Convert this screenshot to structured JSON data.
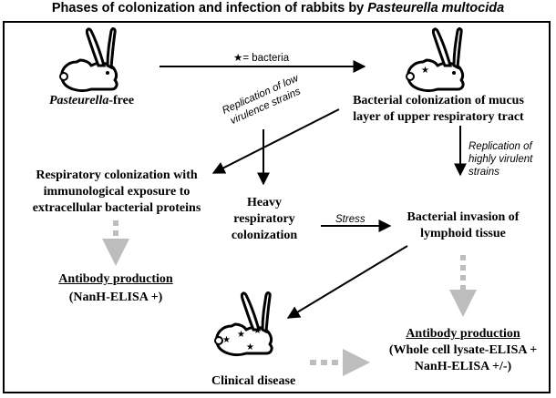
{
  "title_main": "Phases of colonization and infection of rabbits by ",
  "title_italic": "Pasteurella multocida",
  "nodes": {
    "pasteurella_free_italic": "Pasteurella",
    "pasteurella_free_rest": "-free",
    "colonization_mucus": [
      "Bacterial colonization of mucus",
      "layer of upper respiratory tract"
    ],
    "respiratory_colonization": [
      "Respiratory colonization with",
      "immunological exposure to",
      "extracellular bacterial proteins"
    ],
    "heavy_colonization": [
      "Heavy",
      "respiratory",
      "colonization"
    ],
    "invasion_lymphoid": [
      "Bacterial invasion of",
      "lymphoid tissue"
    ],
    "antibody_left_title": "Antibody production",
    "antibody_left_detail": "(NanH-ELISA +)",
    "antibody_right_title": "Antibody production",
    "antibody_right_detail": [
      "(Whole cell lysate-ELISA +",
      "NanH-ELISA +/-)"
    ],
    "clinical_disease": "Clinical disease"
  },
  "edge_labels": {
    "bacteria_legend_star": "★",
    "bacteria_legend": "= bacteria",
    "low_virulence": [
      "Replication of low",
      "virulence strains"
    ],
    "high_virulence": [
      "Replication of",
      "highly virulent",
      "strains"
    ],
    "stress": "Stress"
  },
  "colors": {
    "arrow": "#000000",
    "dashed_arrow": "#bdbdbd",
    "rabbit_fill": "#ffffff",
    "stroke": "#000000"
  },
  "icons": [
    "rabbit-healthy-icon",
    "rabbit-colonized-icon",
    "rabbit-diseased-icon"
  ]
}
